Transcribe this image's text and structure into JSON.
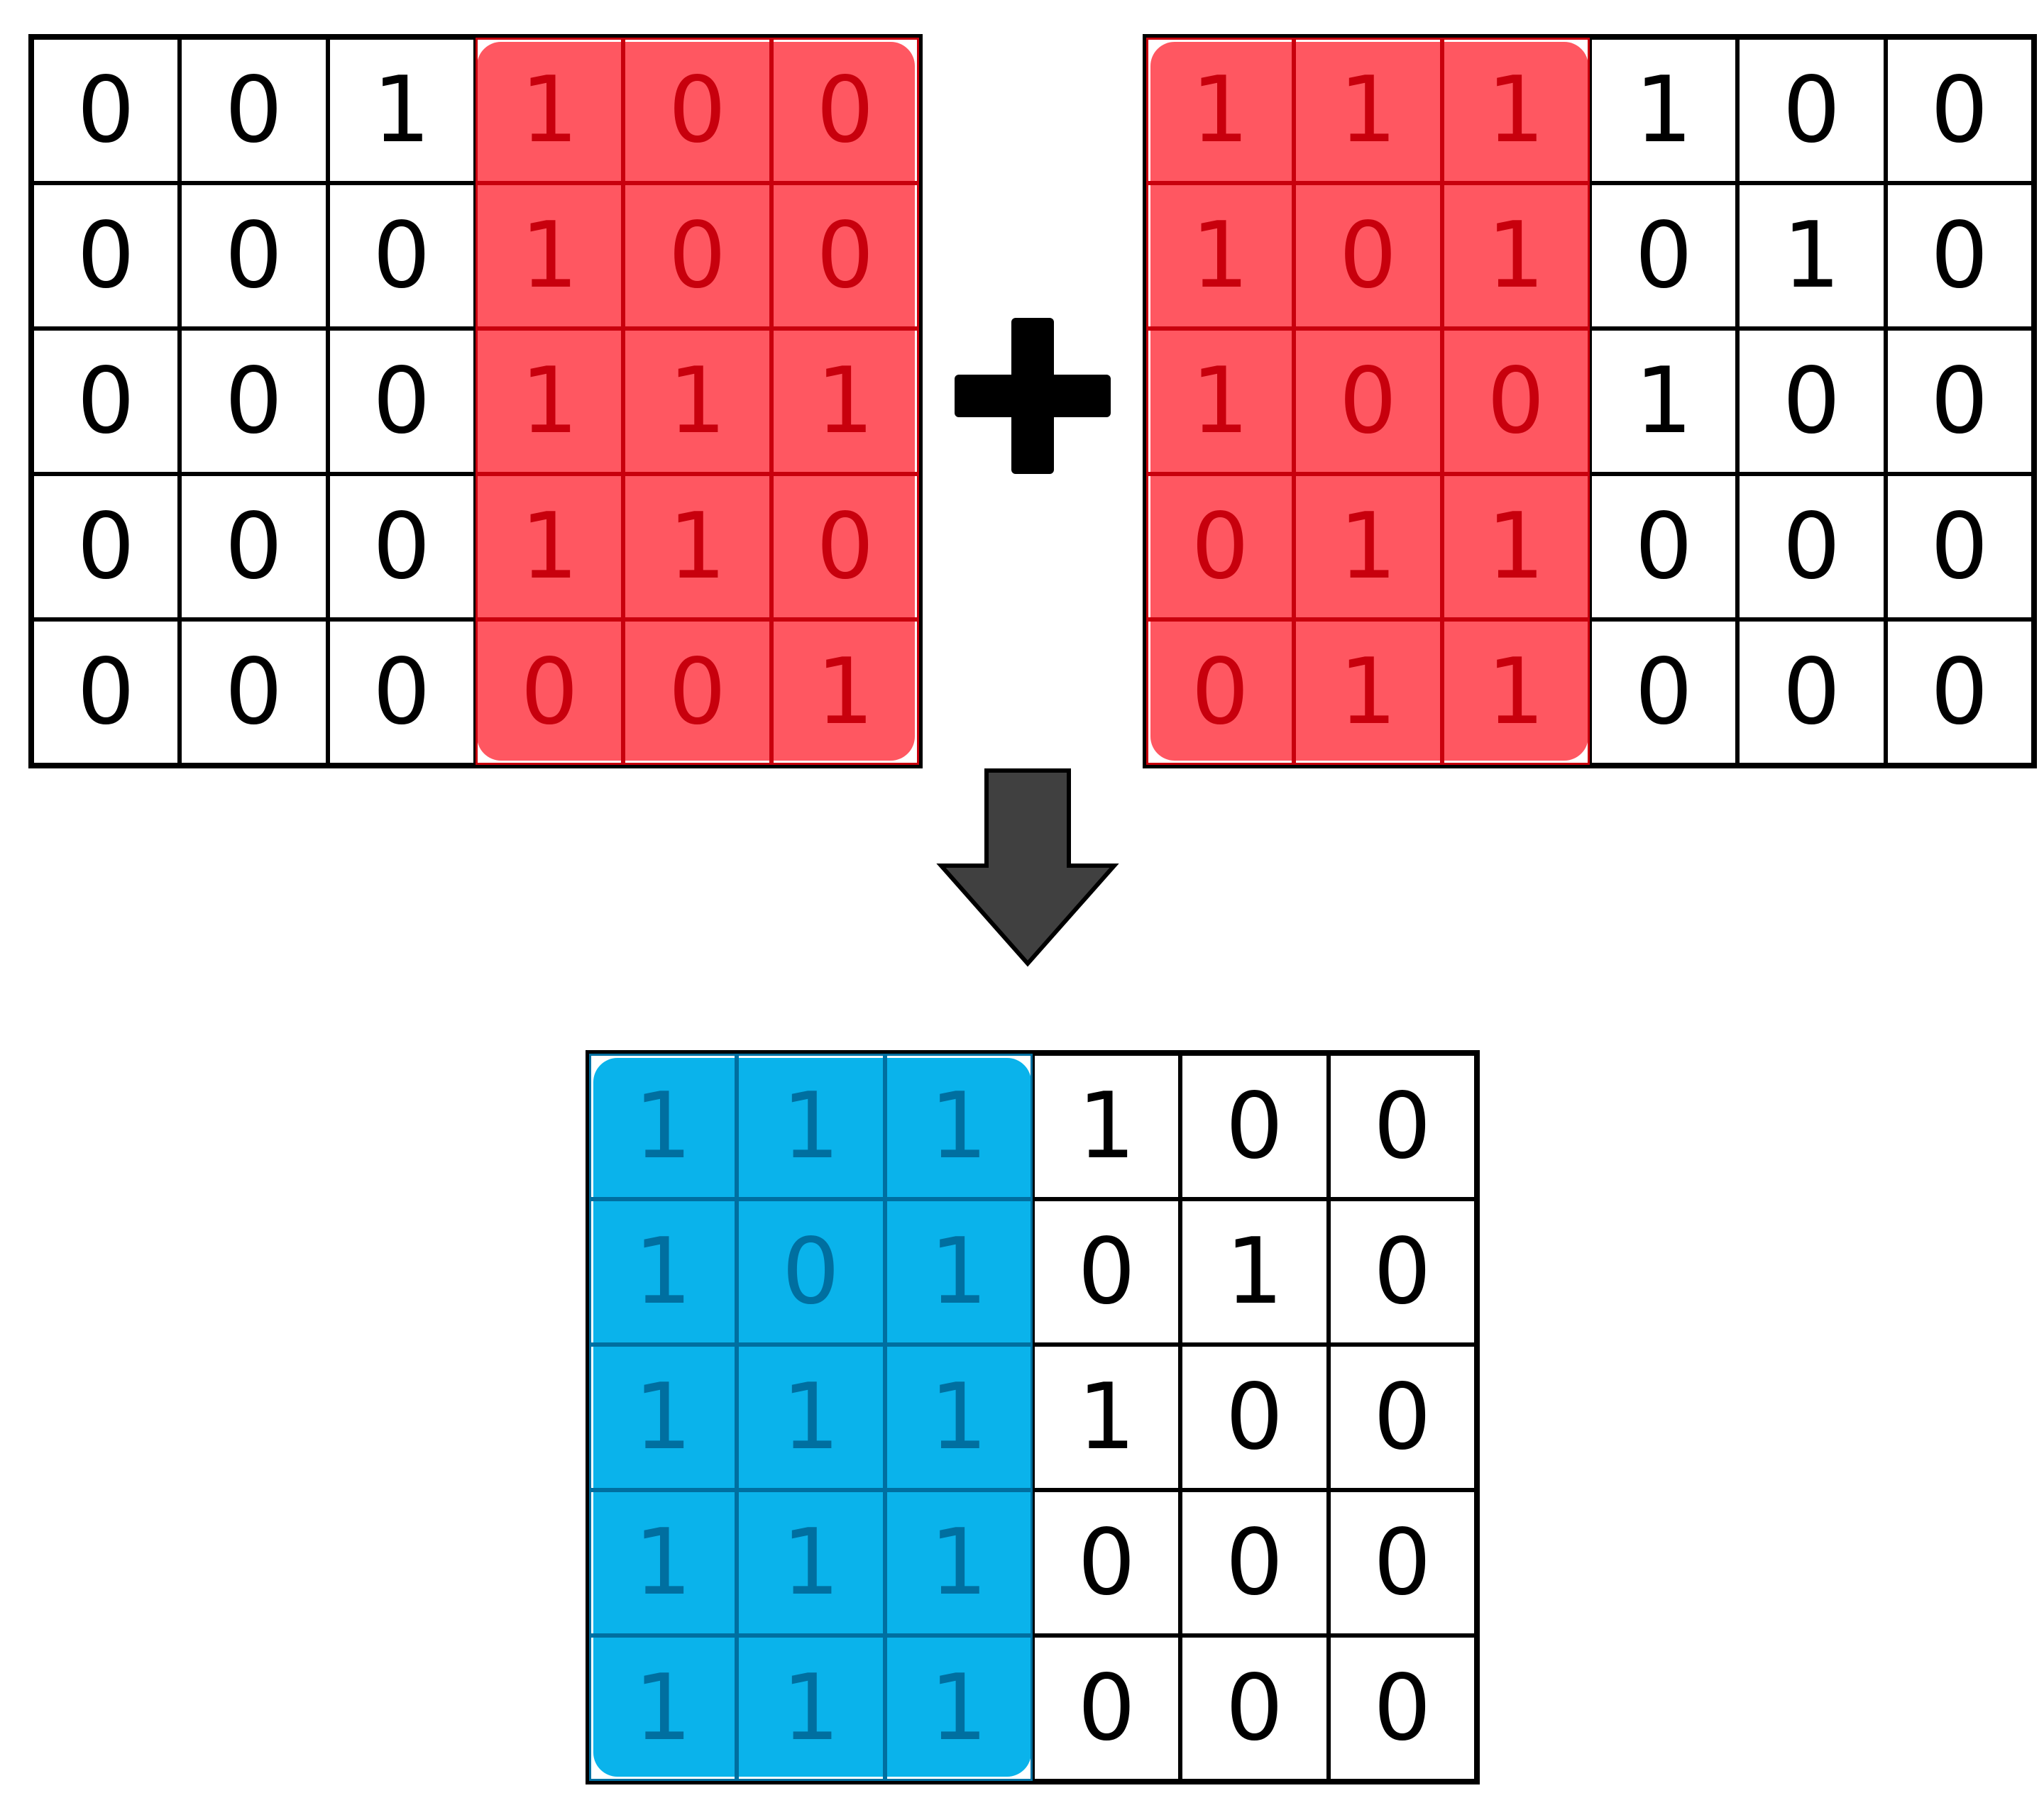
{
  "diagram": {
    "matrix_a": {
      "rows": [
        [
          "0",
          "0",
          "1",
          "1",
          "0",
          "0"
        ],
        [
          "0",
          "0",
          "0",
          "1",
          "0",
          "0"
        ],
        [
          "0",
          "0",
          "0",
          "1",
          "1",
          "1"
        ],
        [
          "0",
          "0",
          "0",
          "1",
          "1",
          "0"
        ],
        [
          "0",
          "0",
          "0",
          "0",
          "0",
          "1"
        ]
      ],
      "highlight": "right-half",
      "highlight_color": "#ff2834"
    },
    "matrix_b": {
      "rows": [
        [
          "1",
          "1",
          "1",
          "1",
          "0",
          "0"
        ],
        [
          "1",
          "0",
          "1",
          "0",
          "1",
          "0"
        ],
        [
          "1",
          "0",
          "0",
          "1",
          "0",
          "0"
        ],
        [
          "0",
          "1",
          "1",
          "0",
          "0",
          "0"
        ],
        [
          "0",
          "1",
          "1",
          "0",
          "0",
          "0"
        ]
      ],
      "highlight": "left-half",
      "highlight_color": "#ff2834"
    },
    "matrix_result": {
      "rows": [
        [
          "1",
          "1",
          "1",
          "1",
          "0",
          "0"
        ],
        [
          "1",
          "0",
          "1",
          "0",
          "1",
          "0"
        ],
        [
          "1",
          "1",
          "1",
          "1",
          "0",
          "0"
        ],
        [
          "1",
          "1",
          "1",
          "0",
          "0",
          "0"
        ],
        [
          "1",
          "1",
          "1",
          "0",
          "0",
          "0"
        ]
      ],
      "highlight": "left-half",
      "highlight_color": "#00b0ea"
    },
    "operator_icon": "plus-icon",
    "flow_icon": "down-arrow-icon"
  }
}
